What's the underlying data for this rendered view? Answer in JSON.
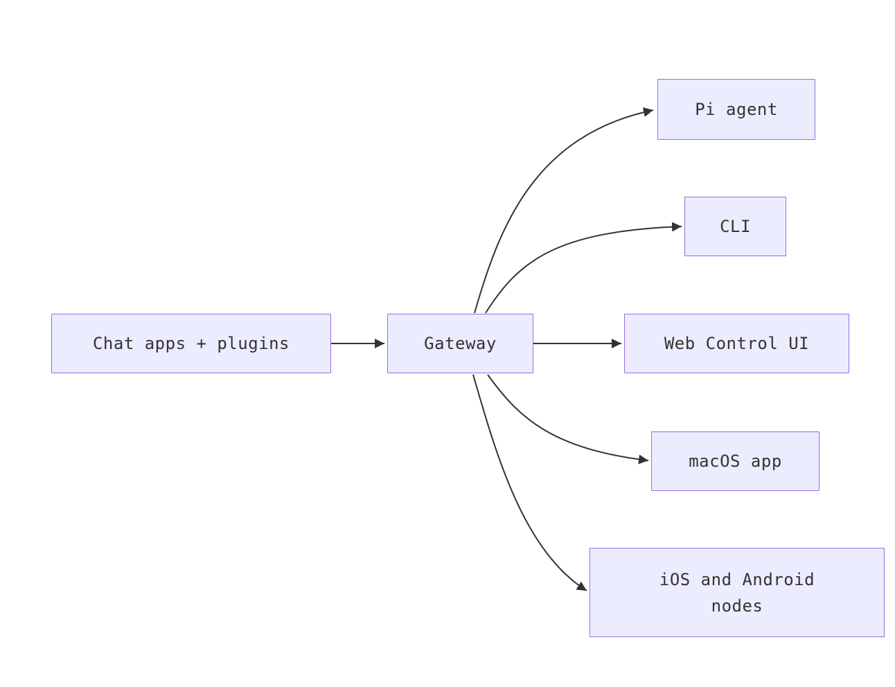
{
  "diagram": {
    "type": "flowchart-left-to-right",
    "colors": {
      "background": "#ffffff",
      "node_fill": "#ECECFF",
      "node_border": "#9370DB",
      "edge_stroke": "#333333",
      "text": "#333333"
    },
    "nodes": {
      "chat": {
        "label": "Chat apps + plugins"
      },
      "gateway": {
        "label": "Gateway"
      },
      "pi": {
        "label": "Pi agent"
      },
      "cli": {
        "label": "CLI"
      },
      "web": {
        "label": "Web Control UI"
      },
      "macos": {
        "label": "macOS app"
      },
      "ios": {
        "lines": {
          "0": "iOS and Android",
          "1": "nodes"
        }
      }
    },
    "edges": [
      {
        "from": "Chat apps + plugins",
        "to": "Gateway"
      },
      {
        "from": "Gateway",
        "to": "Pi agent"
      },
      {
        "from": "Gateway",
        "to": "CLI"
      },
      {
        "from": "Gateway",
        "to": "Web Control UI"
      },
      {
        "from": "Gateway",
        "to": "macOS app"
      },
      {
        "from": "Gateway",
        "to": "iOS and Android nodes"
      }
    ]
  }
}
